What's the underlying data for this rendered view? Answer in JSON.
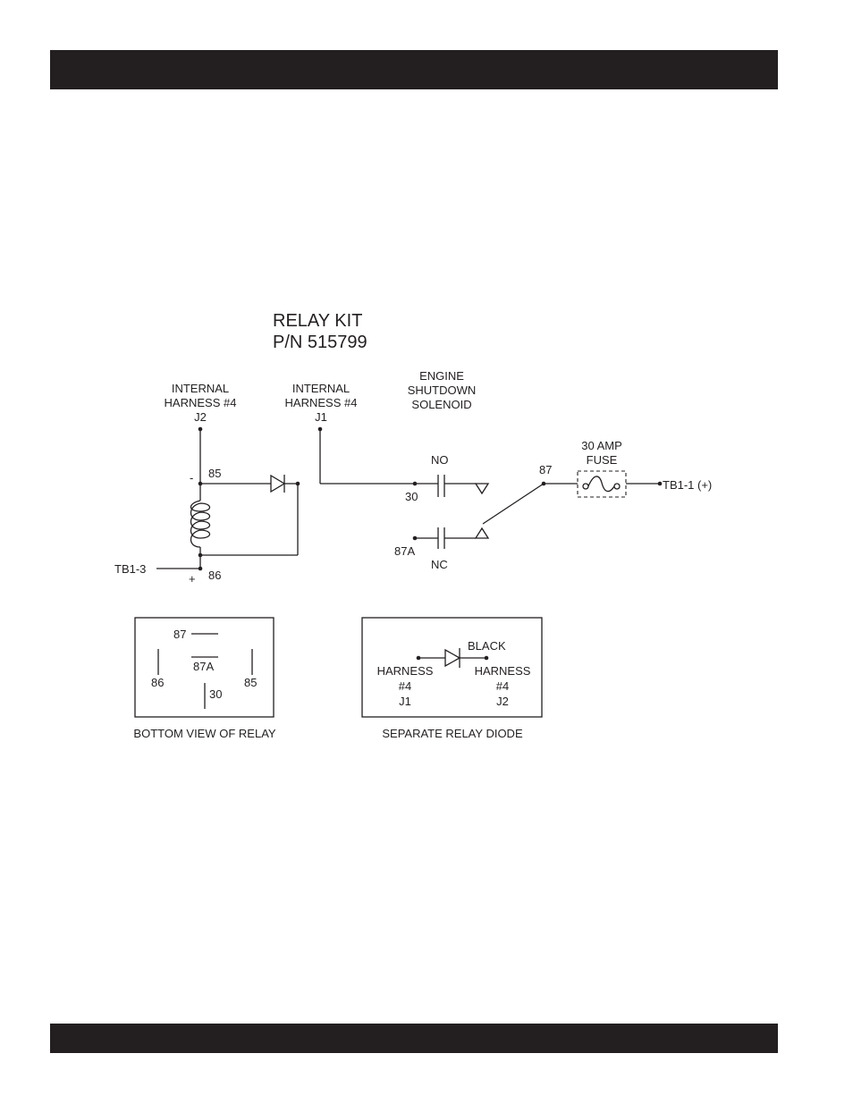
{
  "title": {
    "line1": "RELAY KIT",
    "line2": "P/N 515799"
  },
  "labels": {
    "harness_j2": [
      "INTERNAL",
      "HARNESS #4",
      "J2"
    ],
    "harness_j1": [
      "INTERNAL",
      "HARNESS #4",
      "J1"
    ],
    "solenoid": [
      "ENGINE",
      "SHUTDOWN",
      "SOLENOID"
    ],
    "fuse": [
      "30 AMP",
      "FUSE"
    ],
    "minus": "-",
    "plus": "+",
    "t85": "85",
    "t86": "86",
    "t30": "30",
    "t87": "87",
    "t87a": "87A",
    "no": "NO",
    "nc": "NC",
    "tb1_3": "TB1-3",
    "tb1_1": "TB1-1 (+)"
  },
  "bottom_view": {
    "p87": "87",
    "p87a": "87A",
    "p86": "86",
    "p85": "85",
    "p30": "30",
    "caption": "BOTTOM VIEW OF RELAY"
  },
  "diode_box": {
    "black": "BLACK",
    "left": [
      "HARNESS",
      "#4",
      "J1"
    ],
    "right": [
      "HARNESS",
      "#4",
      "J2"
    ],
    "caption": "SEPARATE RELAY DIODE"
  }
}
